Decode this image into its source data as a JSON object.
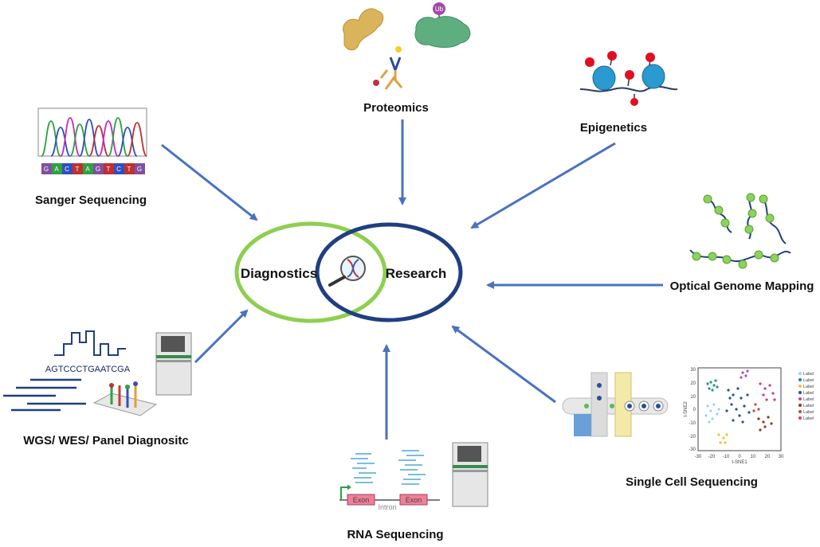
{
  "center": {
    "left_label": "Diagnostics",
    "right_label": "Research",
    "left_color": "#8dcf4f",
    "right_color": "#1f3f80"
  },
  "arrow_color": "#4a72c0",
  "techniques": {
    "proteomics": {
      "label": "Proteomics",
      "ub_text": "Ub"
    },
    "epigenetics": {
      "label": "Epigenetics"
    },
    "sanger": {
      "label": "Sanger Sequencing",
      "bases": [
        "G",
        "A",
        "C",
        "T",
        "A",
        "G",
        "T",
        "C",
        "T",
        "G"
      ]
    },
    "ogm": {
      "label": "Optical Genome Mapping"
    },
    "wgs": {
      "label": "WGS/ WES/ Panel Diagnositc",
      "sequence": "AGTCCCTGAATCGA"
    },
    "scs": {
      "label": "Single Cell Sequencing",
      "x_axis": "t-SNE1",
      "y_axis": "t-SNE2",
      "x_ticks": [
        "-30",
        "-20",
        "-10",
        "0",
        "10",
        "20",
        "30"
      ],
      "y_ticks": [
        "30",
        "20",
        "10",
        "0",
        "-10",
        "-20",
        "-30"
      ],
      "legend": [
        "Label",
        "Label",
        "Label",
        "Label",
        "Label",
        "Label",
        "Label",
        "Label"
      ],
      "legend_colors": [
        "#9fd0e8",
        "#1e7fa0",
        "#e8c340",
        "#2a4d9a",
        "#b24bb8",
        "#8a3a1a",
        "#c04a3a",
        "#d03a80"
      ]
    },
    "rna": {
      "label": "RNA Sequencing",
      "exon1": "Exon",
      "intron": "Intron",
      "exon2": "Exon"
    }
  }
}
